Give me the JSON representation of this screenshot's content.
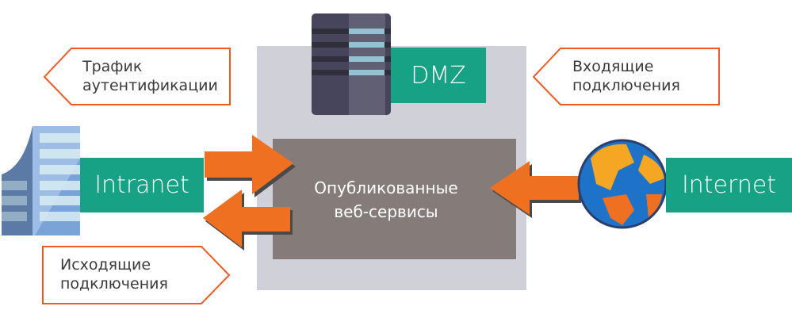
{
  "dmz": {
    "label": "DMZ"
  },
  "published": {
    "label_line1": "Опубликованные",
    "label_line2": "веб-сервисы"
  },
  "intranet": {
    "label": "Intranet"
  },
  "internet": {
    "label": "Internet"
  },
  "callouts": {
    "auth_line1": "Трафик",
    "auth_line2": "аутентификации",
    "incoming_line1": "Входящие",
    "incoming_line2": "подключения",
    "outgoing_line1": "Исходящие",
    "outgoing_line2": "подключения"
  },
  "colors": {
    "teal": "#17a185",
    "orange": "#f07022",
    "dmz_bg": "#d0d1d8",
    "services_bg": "#857c7a"
  }
}
